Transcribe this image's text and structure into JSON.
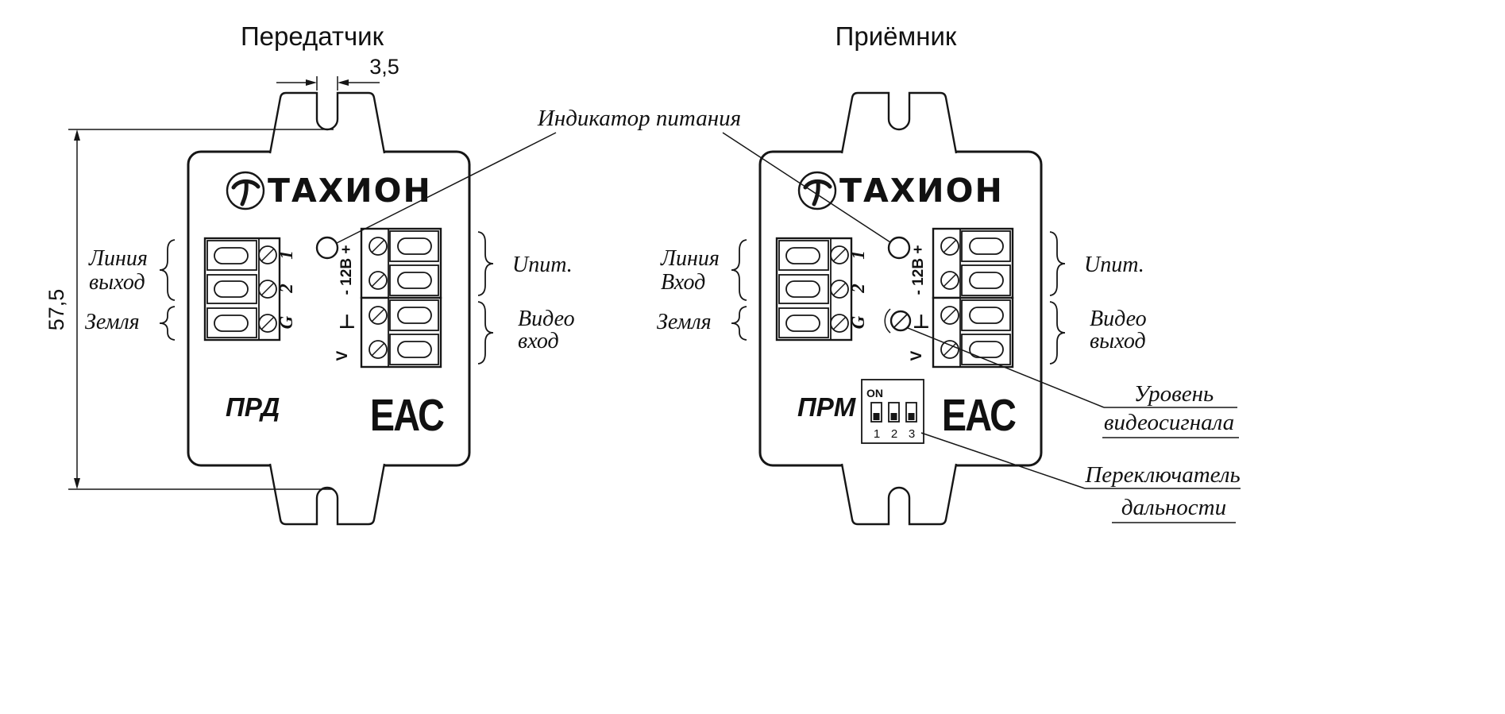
{
  "page": {
    "paper_color": "#ffffff",
    "ink_color": "#161616"
  },
  "brand": "ТАХИОН",
  "certification_mark": "ЕАС",
  "transmitter": {
    "title": "Передатчик",
    "model": "ПРД",
    "line_label_1": "Линия",
    "line_label_2": "выход",
    "ground_label": "Земля",
    "power_label": "Uпит.",
    "video_label_1": "Видео",
    "video_label_2": "вход"
  },
  "receiver": {
    "title": "Приёмник",
    "model": "ПРМ",
    "line_label_1": "Линия",
    "line_label_2": "Вход",
    "ground_label": "Земля",
    "power_label": "Uпит.",
    "video_label_1": "Видео",
    "video_label_2": "выход"
  },
  "terminals": {
    "pin1": "1",
    "pin2": "2",
    "pin_g": "G",
    "power_rail": "- 12В +",
    "ground_symbol": "⊥",
    "video_symbol": "V"
  },
  "dip_switch": {
    "on_label": "ON",
    "pos1": "1",
    "pos2": "2",
    "pos3": "3"
  },
  "dimensions": {
    "slot_width_mm": "3,5",
    "height_mm": "57,5"
  },
  "callouts": {
    "power_indicator": "Индикатор питания",
    "video_level_line1": "Уровень",
    "video_level_line2": "видеосигнала",
    "range_switch_line1": "Переключатель",
    "range_switch_line2": "дальности"
  }
}
